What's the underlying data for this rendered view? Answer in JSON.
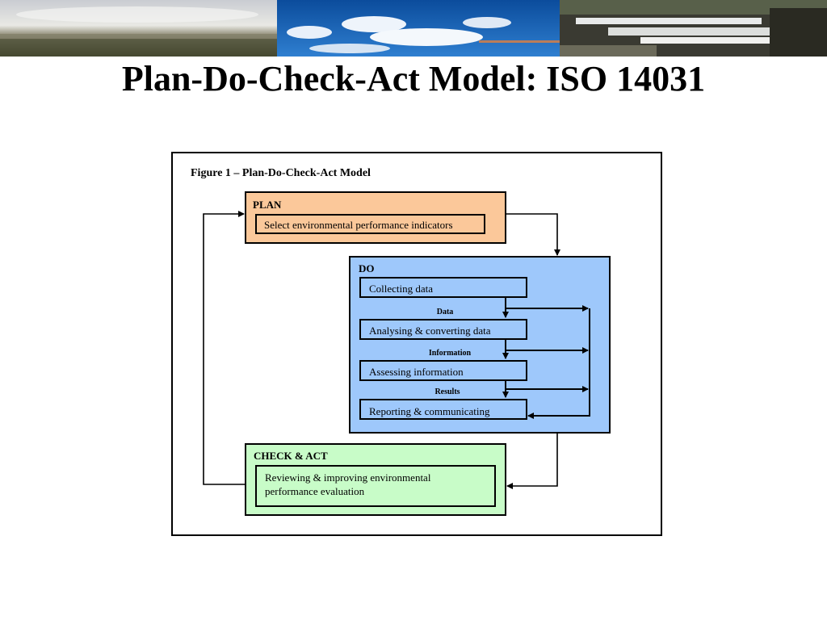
{
  "slide": {
    "title": "Plan-Do-Check-Act Model: ISO 14031"
  },
  "banner": {
    "photos": [
      "landscape-photo",
      "sky-clouds-photo",
      "waterfall-photo"
    ]
  },
  "figure": {
    "caption": "Figure 1 – Plan-Do-Check-Act Model",
    "plan": {
      "heading": "PLAN",
      "step": "Select environmental performance indicators",
      "color": "#fbc89a"
    },
    "do": {
      "heading": "DO",
      "steps": [
        "Collecting data",
        "Analysing & converting data",
        "Assessing information",
        "Reporting & communicating"
      ],
      "flow_labels": [
        "Data",
        "Information",
        "Results"
      ],
      "color": "#9ec8fb"
    },
    "check_act": {
      "heading": "CHECK & ACT",
      "step_line1": "Reviewing & improving environmental",
      "step_line2": "performance evaluation",
      "color": "#c8fcc8"
    }
  }
}
